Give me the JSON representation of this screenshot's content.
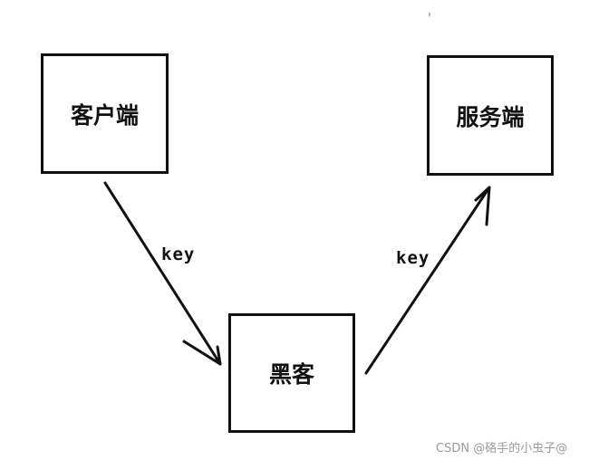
{
  "nodes": {
    "client": "客户端",
    "server": "服务端",
    "hacker": "黑客"
  },
  "edges": {
    "client_to_hacker_label": "key",
    "hacker_to_server_label": "key"
  },
  "watermark": "CSDN @硌手的小虫子@"
}
